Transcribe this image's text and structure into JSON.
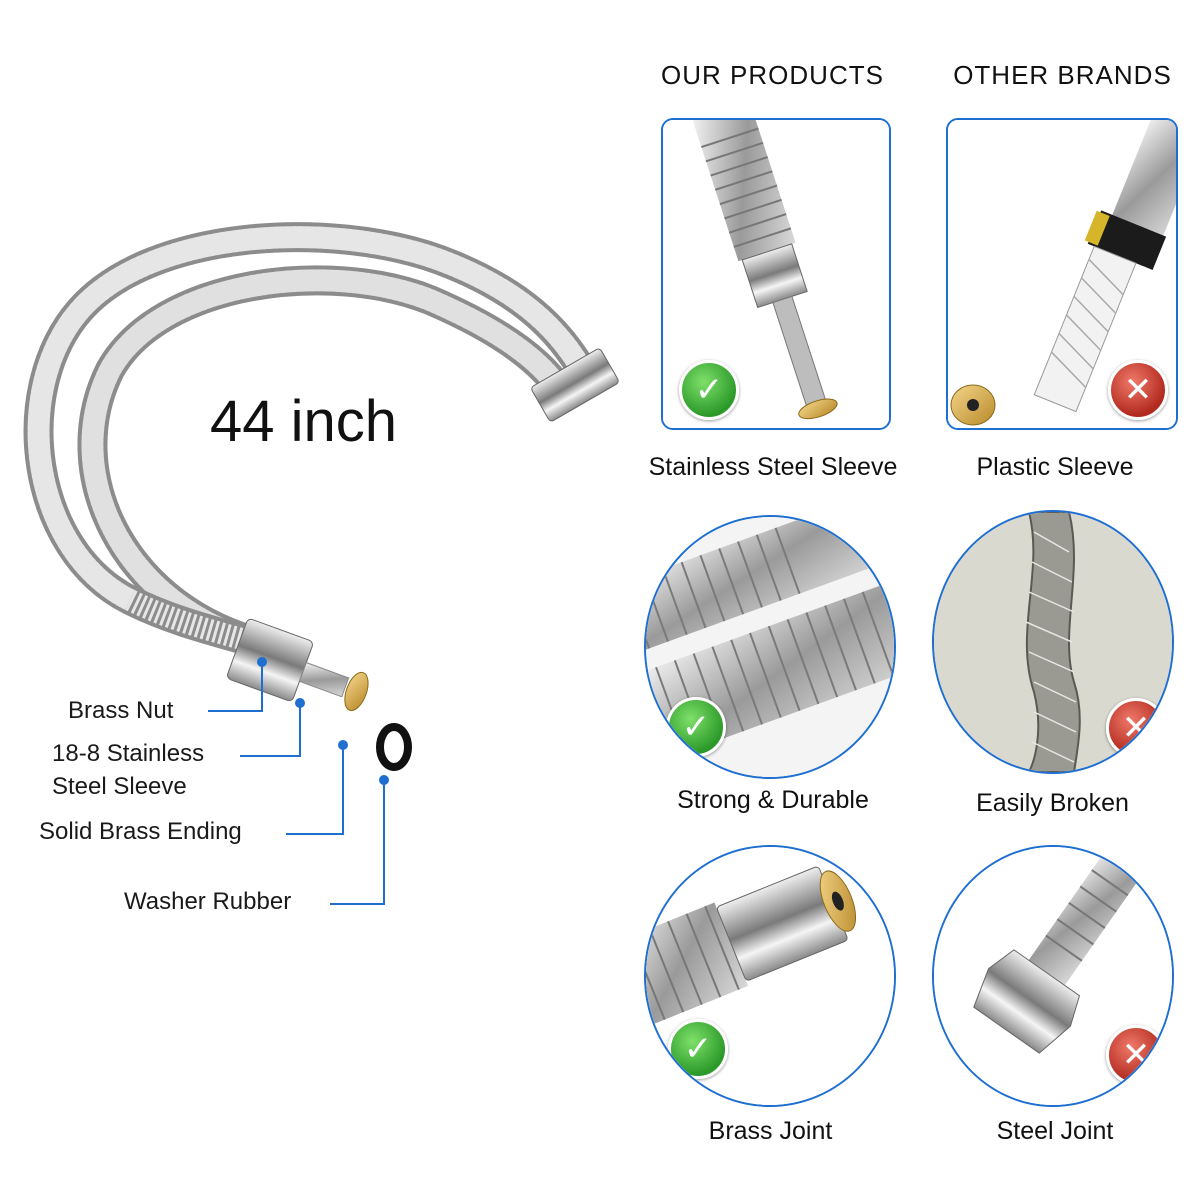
{
  "headers": {
    "ours": "OUR PRODUCTS",
    "others": "OTHER BRANDS"
  },
  "length_label": {
    "number": "44",
    "unit": "inch"
  },
  "callouts": {
    "brass_nut": "Brass Nut",
    "sleeve_line1": "18-8 Stainless",
    "sleeve_line2": "Steel Sleeve",
    "brass_ending": "Solid Brass Ending",
    "washer": "Washer Rubber"
  },
  "comparisons": [
    {
      "ours": "Stainless Steel Sleeve",
      "others": "Plastic Sleeve"
    },
    {
      "ours": "Strong & Durable",
      "others": "Easily Broken"
    },
    {
      "ours": "Brass Joint",
      "others": "Steel Joint"
    }
  ],
  "icons": {
    "ok": "check-icon",
    "no": "cross-icon"
  },
  "colors": {
    "accent": "#1f6fd1",
    "ok": "#2c9a2a",
    "no": "#b22a1f"
  }
}
